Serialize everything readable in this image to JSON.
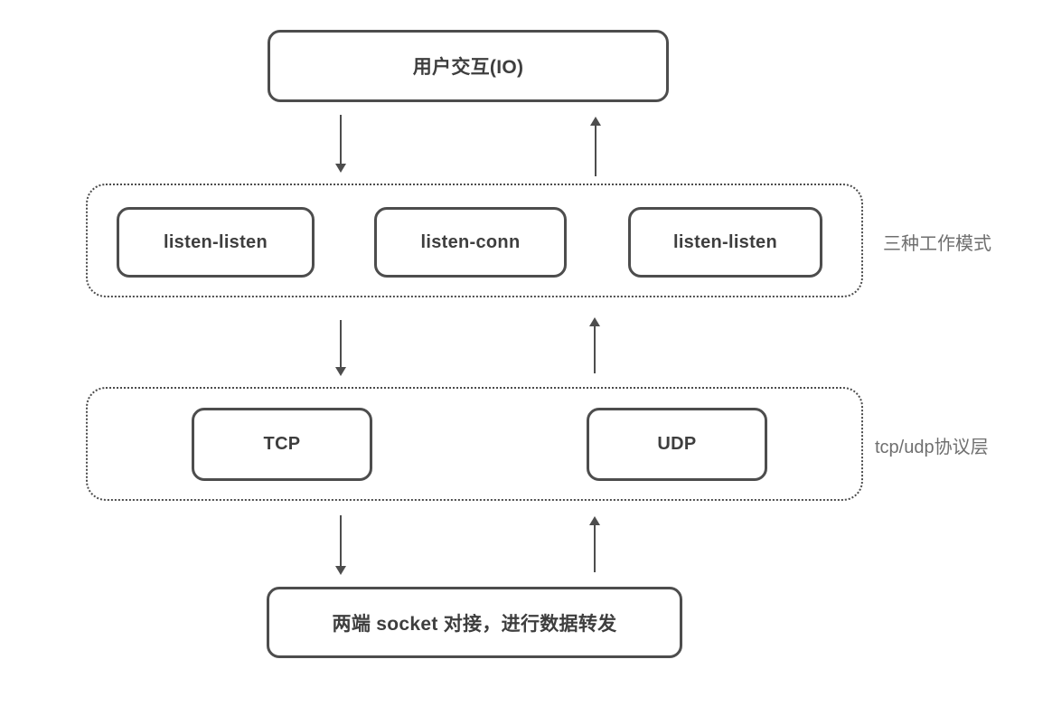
{
  "colors": {
    "border": "#4d4d4d",
    "box_text": "#3e3e3e",
    "side_label_text": "#6f6f6f",
    "background": "#ffffff"
  },
  "diagram": {
    "top_box": {
      "label": "用户交互(IO)"
    },
    "modes_group": {
      "side_label": "三种工作模式",
      "items": [
        {
          "label": "listen-listen"
        },
        {
          "label": "listen-conn"
        },
        {
          "label": "listen-listen"
        }
      ]
    },
    "protocol_group": {
      "side_label": "tcp/udp协议层",
      "items": [
        {
          "label": "TCP"
        },
        {
          "label": "UDP"
        }
      ]
    },
    "bottom_box": {
      "label": "两端 socket 对接，进行数据转发"
    }
  }
}
